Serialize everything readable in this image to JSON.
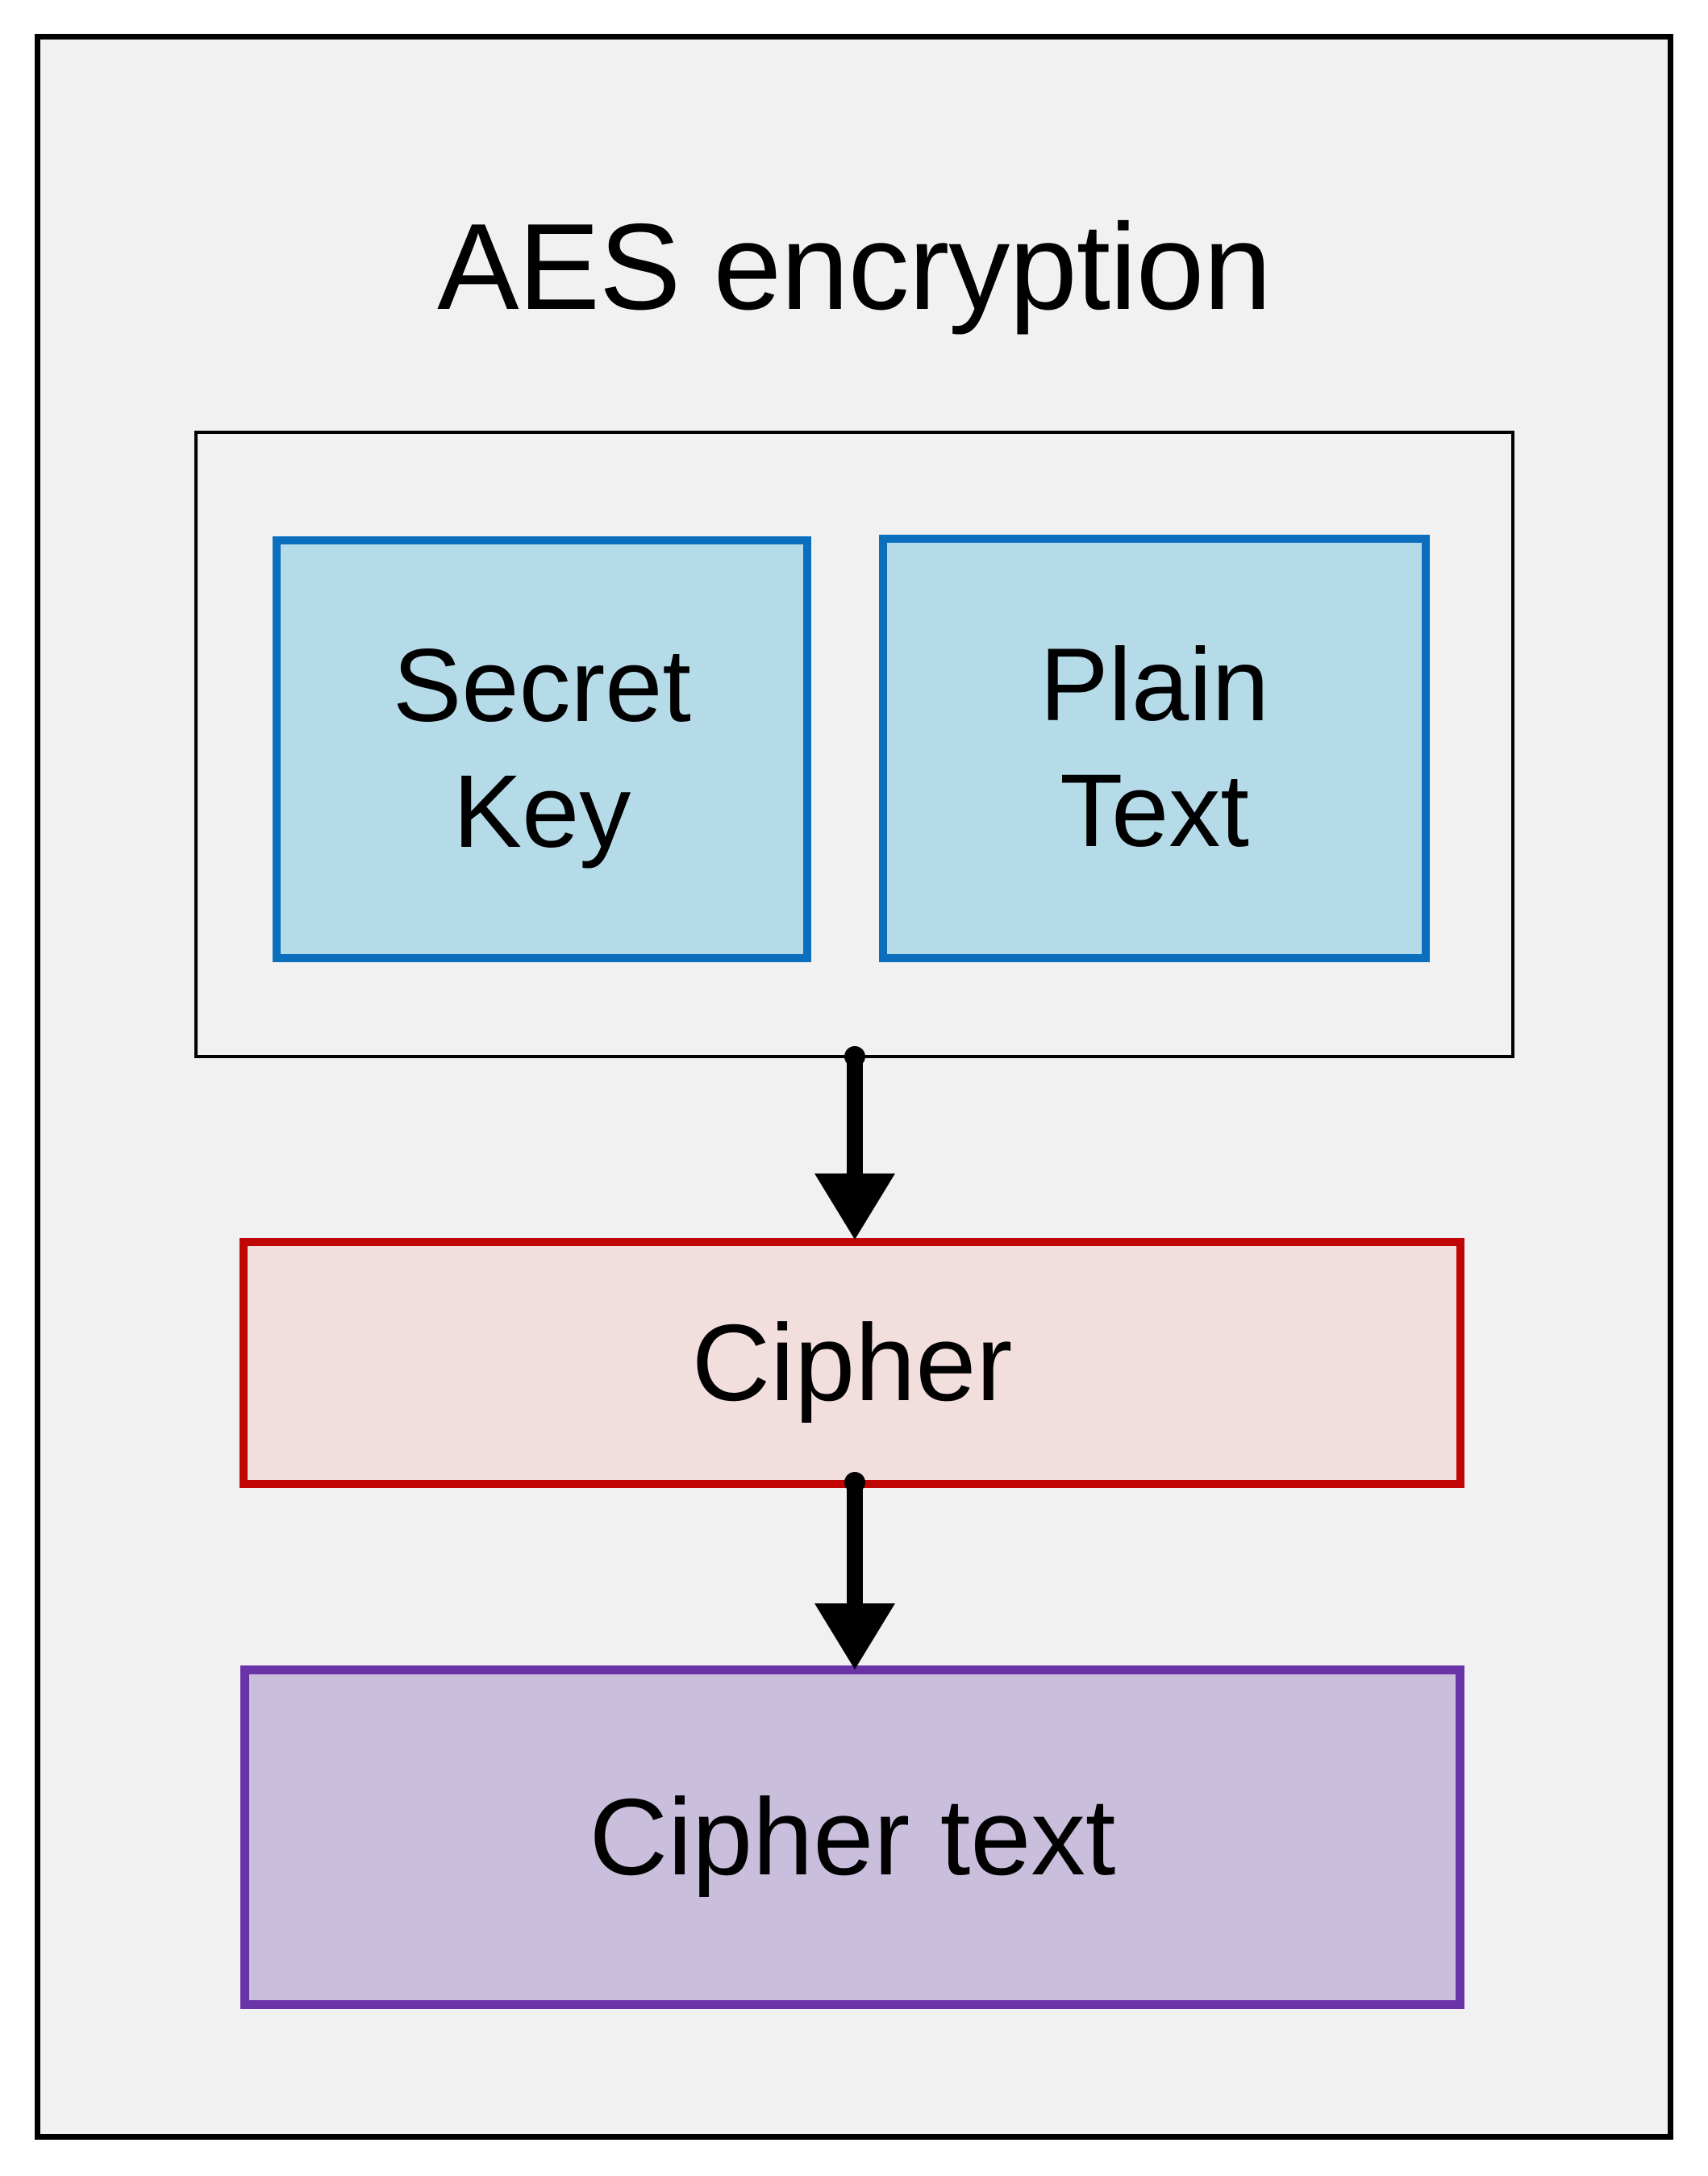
{
  "diagram": {
    "title": "AES encryption",
    "background_color": "#f1f1f1",
    "frame_color": "#000000",
    "group": {
      "label": "",
      "border_color": "#000000"
    },
    "nodes": [
      {
        "id": "secret-key",
        "label": "Secret\nKey",
        "line1": "Secret",
        "line2": "Key",
        "fill": "#b6dbe8",
        "stroke": "#0b6fbd"
      },
      {
        "id": "plain-text",
        "label": "Plain\nText",
        "line1": "Plain",
        "line2": "Text",
        "fill": "#b6dbe8",
        "stroke": "#0b6fbd"
      },
      {
        "id": "cipher",
        "label": "Cipher",
        "fill": "#f2dedd",
        "stroke": "#c00505"
      },
      {
        "id": "cipher-text",
        "label": "Cipher text",
        "fill": "#c9bfdd",
        "stroke": "#6b33a8"
      }
    ],
    "edges": [
      {
        "id": "edge-inputs-to-cipher",
        "from": "input-group",
        "to": "cipher",
        "label": "",
        "color": "#000000"
      },
      {
        "id": "edge-cipher-to-ciphertext",
        "from": "cipher",
        "to": "cipher-text",
        "label": "",
        "color": "#000000"
      }
    ]
  }
}
